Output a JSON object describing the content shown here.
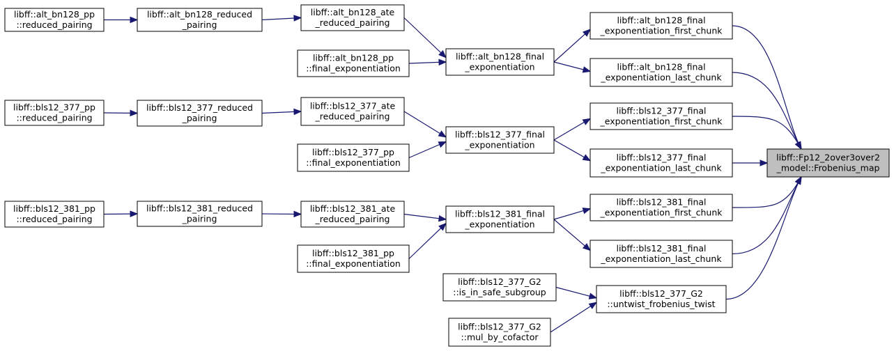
{
  "graph": {
    "nodes": [
      {
        "id": "bn_pp_rp",
        "lines": [
          "libff::alt_bn128_pp",
          "::reduced_pairing"
        ]
      },
      {
        "id": "bn_rp",
        "lines": [
          "libff::alt_bn128_reduced",
          "_pairing"
        ]
      },
      {
        "id": "bn_ate",
        "lines": [
          "libff::alt_bn128_ate",
          "_reduced_pairing"
        ]
      },
      {
        "id": "bn_pp_fe",
        "lines": [
          "libff::alt_bn128_pp",
          "::final_exponentiation"
        ]
      },
      {
        "id": "bn_fe",
        "lines": [
          "libff::alt_bn128_final",
          "_exponentiation"
        ]
      },
      {
        "id": "bn_first",
        "lines": [
          "libff::alt_bn128_final",
          "_exponentiation_first_chunk"
        ]
      },
      {
        "id": "bn_last",
        "lines": [
          "libff::alt_bn128_final",
          "_exponentiation_last_chunk"
        ]
      },
      {
        "id": "b377_pp_rp",
        "lines": [
          "libff::bls12_377_pp",
          "::reduced_pairing"
        ]
      },
      {
        "id": "b377_rp",
        "lines": [
          "libff::bls12_377_reduced",
          "_pairing"
        ]
      },
      {
        "id": "b377_ate",
        "lines": [
          "libff::bls12_377_ate",
          "_reduced_pairing"
        ]
      },
      {
        "id": "b377_pp_fe",
        "lines": [
          "libff::bls12_377_pp",
          "::final_exponentiation"
        ]
      },
      {
        "id": "b377_fe",
        "lines": [
          "libff::bls12_377_final",
          "_exponentiation"
        ]
      },
      {
        "id": "b377_first",
        "lines": [
          "libff::bls12_377_final",
          "_exponentiation_first_chunk"
        ]
      },
      {
        "id": "b377_last",
        "lines": [
          "libff::bls12_377_final",
          "_exponentiation_last_chunk"
        ]
      },
      {
        "id": "b381_pp_rp",
        "lines": [
          "libff::bls12_381_pp",
          "::reduced_pairing"
        ]
      },
      {
        "id": "b381_rp",
        "lines": [
          "libff::bls12_381_reduced",
          "_pairing"
        ]
      },
      {
        "id": "b381_ate",
        "lines": [
          "libff::bls12_381_ate",
          "_reduced_pairing"
        ]
      },
      {
        "id": "b381_pp_fe",
        "lines": [
          "libff::bls12_381_pp",
          "::final_exponentiation"
        ]
      },
      {
        "id": "b381_fe",
        "lines": [
          "libff::bls12_381_final",
          "_exponentiation"
        ]
      },
      {
        "id": "b381_first",
        "lines": [
          "libff::bls12_381_final",
          "_exponentiation_first_chunk"
        ]
      },
      {
        "id": "b381_last",
        "lines": [
          "libff::bls12_381_final",
          "_exponentiation_last_chunk"
        ]
      },
      {
        "id": "g2_safe",
        "lines": [
          "libff::bls12_377_G2",
          "::is_in_safe_subgroup"
        ]
      },
      {
        "id": "g2_mul",
        "lines": [
          "libff::bls12_377_G2",
          "::mul_by_cofactor"
        ]
      },
      {
        "id": "g2_untwist",
        "lines": [
          "libff::bls12_377_G2",
          "::untwist_frobenius_twist"
        ]
      },
      {
        "id": "root",
        "lines": [
          "libff::Fp12_2over3over2",
          "_model::Frobenius_map"
        ],
        "highlighted": true
      }
    ],
    "edges": [
      [
        "bn_pp_rp",
        "bn_rp"
      ],
      [
        "bn_rp",
        "bn_ate"
      ],
      [
        "bn_ate",
        "bn_fe"
      ],
      [
        "bn_pp_fe",
        "bn_fe"
      ],
      [
        "bn_fe",
        "bn_first"
      ],
      [
        "bn_fe",
        "bn_last"
      ],
      [
        "bn_first",
        "root"
      ],
      [
        "bn_last",
        "root"
      ],
      [
        "b377_pp_rp",
        "b377_rp"
      ],
      [
        "b377_rp",
        "b377_ate"
      ],
      [
        "b377_ate",
        "b377_fe"
      ],
      [
        "b377_pp_fe",
        "b377_fe"
      ],
      [
        "b377_fe",
        "b377_first"
      ],
      [
        "b377_fe",
        "b377_last"
      ],
      [
        "b377_first",
        "root"
      ],
      [
        "b377_last",
        "root"
      ],
      [
        "b381_pp_rp",
        "b381_rp"
      ],
      [
        "b381_rp",
        "b381_ate"
      ],
      [
        "b381_ate",
        "b381_fe"
      ],
      [
        "b381_pp_fe",
        "b381_fe"
      ],
      [
        "b381_fe",
        "b381_first"
      ],
      [
        "b381_fe",
        "b381_last"
      ],
      [
        "b381_first",
        "root"
      ],
      [
        "b381_last",
        "root"
      ],
      [
        "g2_safe",
        "g2_untwist"
      ],
      [
        "g2_mul",
        "g2_untwist"
      ],
      [
        "g2_untwist",
        "root"
      ]
    ]
  }
}
